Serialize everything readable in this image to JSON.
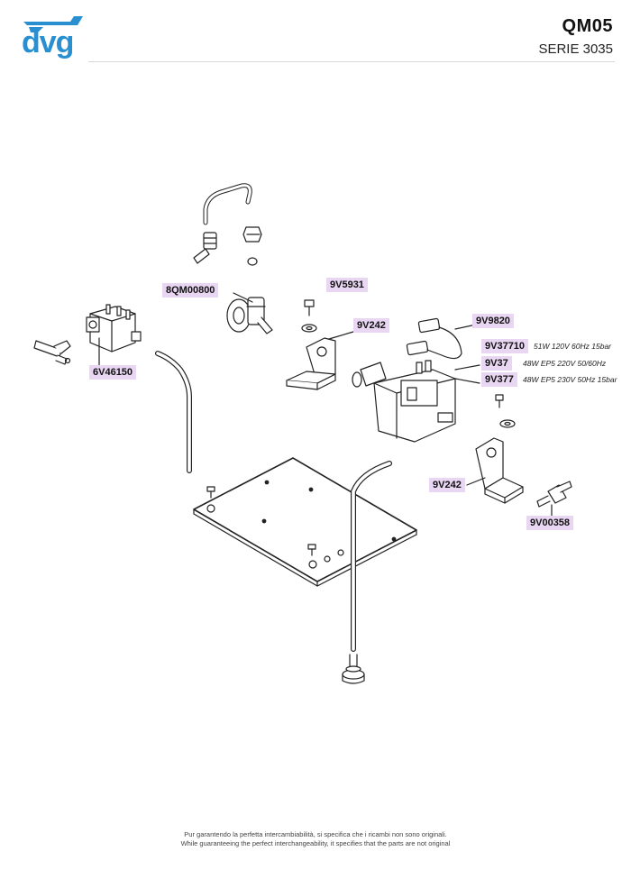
{
  "header": {
    "logo_text": "dvg",
    "model": "QM05",
    "series": "SERIE 3035"
  },
  "parts": {
    "p1": "8QM00800",
    "p2": "9V5931",
    "p3": "9V242",
    "p4": "9V9820",
    "p5": "9V37710",
    "p6": "9V37",
    "p7": "9V377",
    "p8": "6V46150",
    "p9": "9V242",
    "p10": "9V00358"
  },
  "specs": {
    "s1": "51W 120V 60Hz 15bar",
    "s2": "48W EP5 220V 50/60Hz",
    "s3": "48W EP5 230V 50Hz 15bar"
  },
  "footer": {
    "line1": "Pur garantendo la perfetta intercambiabilità, si specifica che i ricambi non sono originali.",
    "line2": "While guaranteeing the perfect interchangeability, it specifies that the parts are not original"
  },
  "colors": {
    "brand_blue": "#2a8fd0",
    "label_bg": "#e9d6f3"
  }
}
